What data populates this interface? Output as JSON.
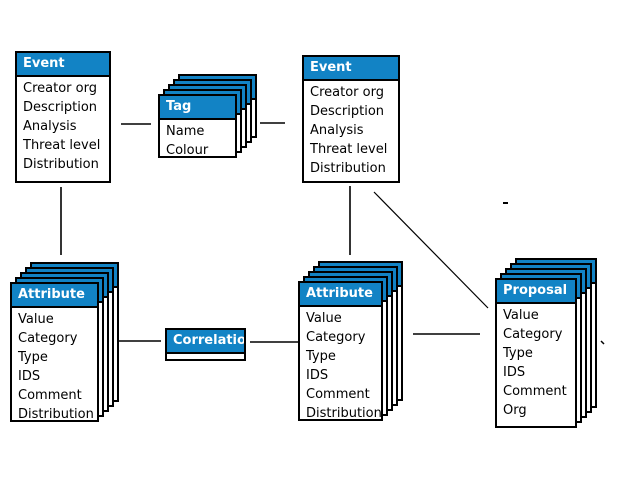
{
  "diagram": {
    "colors": {
      "header_bg": "#1283c5",
      "header_text": "#ffffff",
      "border": "#000000",
      "body_bg": "#ffffff"
    },
    "entities": {
      "event_left": {
        "title": "Event",
        "stacked": false,
        "fields": [
          "Creator org",
          "Description",
          "Analysis",
          "Threat level",
          "Distribution"
        ]
      },
      "tag": {
        "title": "Tag",
        "stacked": true,
        "layers": 5,
        "fields": [
          "Name",
          "Colour"
        ]
      },
      "event_right": {
        "title": "Event",
        "stacked": false,
        "fields": [
          "Creator org",
          "Description",
          "Analysis",
          "Threat level",
          "Distribution"
        ]
      },
      "attribute_left": {
        "title": "Attribute",
        "stacked": true,
        "layers": 5,
        "fields": [
          "Value",
          "Category",
          "Type",
          "IDS",
          "Comment",
          "Distribution"
        ]
      },
      "correlation": {
        "title": "Correlation",
        "stacked": false,
        "fields": []
      },
      "attribute_middle": {
        "title": "Attribute",
        "stacked": true,
        "layers": 5,
        "fields": [
          "Value",
          "Category",
          "Type",
          "IDS",
          "Comment",
          "Distribution"
        ]
      },
      "proposal": {
        "title": "Proposal",
        "stacked": true,
        "layers": 5,
        "fields": [
          "Value",
          "Category",
          "Type",
          "IDS",
          "Comment",
          "Org"
        ]
      }
    },
    "connections": [
      {
        "from": "event_left",
        "to": "tag"
      },
      {
        "from": "tag",
        "to": "event_right"
      },
      {
        "from": "event_left",
        "to": "attribute_left"
      },
      {
        "from": "event_right",
        "to": "attribute_middle"
      },
      {
        "from": "event_right",
        "to": "proposal"
      },
      {
        "from": "attribute_left",
        "to": "correlation"
      },
      {
        "from": "correlation",
        "to": "attribute_middle"
      },
      {
        "from": "attribute_middle",
        "to": "proposal"
      }
    ]
  }
}
